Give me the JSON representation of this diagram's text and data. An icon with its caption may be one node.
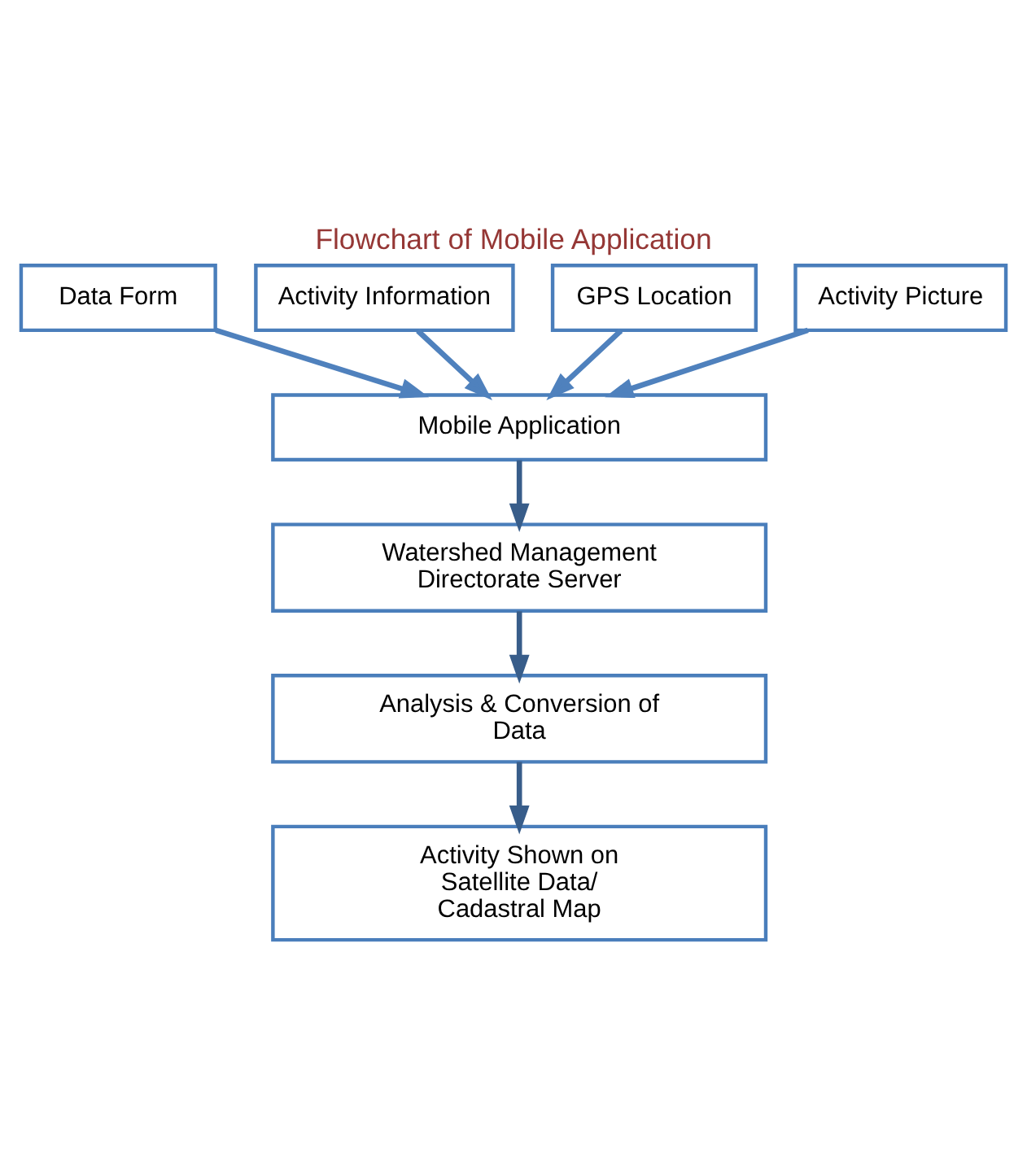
{
  "diagram": {
    "title": "Flowchart of Mobile Application",
    "nodes": [
      {
        "text": [
          "Data Form"
        ]
      },
      {
        "text": [
          "Activity Information"
        ]
      },
      {
        "text": [
          "GPS Location"
        ]
      },
      {
        "text": [
          "Activity Picture"
        ]
      },
      {
        "text": [
          "Mobile Application"
        ]
      },
      {
        "text": [
          "Watershed Management Directorate Server"
        ]
      },
      {
        "text": [
          "Analysis & Conversion of Data"
        ]
      },
      {
        "text": [
          "Activity Shown on Satellite Data/ Cadastral Map"
        ]
      }
    ],
    "edges": [
      {
        "from": 0,
        "to": 4,
        "arrow": "to"
      },
      {
        "from": 1,
        "to": 4,
        "arrow": "to"
      },
      {
        "from": 2,
        "to": 4,
        "arrow": "to"
      },
      {
        "from": 3,
        "to": 4,
        "arrow": "to"
      },
      {
        "from": 4,
        "to": 5,
        "arrow": "to",
        "color": "#385d8a"
      },
      {
        "from": 5,
        "to": 6,
        "arrow": "to",
        "color": "#385d8a"
      },
      {
        "from": 6,
        "to": 7,
        "arrow": "to",
        "color": "#385d8a"
      }
    ]
  }
}
